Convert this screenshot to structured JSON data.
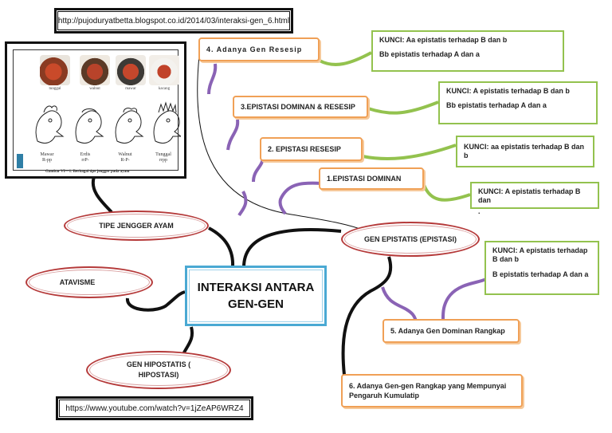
{
  "urls": {
    "top": "http://pujoduryatbetta.blogspot.co.id/2014/03/interaksi-gen_6.html",
    "bottom": "https://www.youtube.com/watch?v=1jZeAP6WRZ4"
  },
  "central": {
    "line1": "INTERAKSI ANTARA",
    "line2": "GEN-GEN"
  },
  "branches": {
    "tipe_jengger": "TIPE JENGGER AYAM",
    "atavisme": "ATAVISME",
    "gen_hipostatis": "GEN HIPOSTATIS ( HIPOSTASI)",
    "gen_epistatis": "GEN EPISTATIS (EPISTASI)"
  },
  "topics": [
    {
      "label": "4. Adanya Gen Resesip",
      "kunci": [
        "KUNCI: Aa epistatis terhadap B dan b",
        "Bb epistatis terhadap A dan a"
      ]
    },
    {
      "label": "3.EPISTASI DOMINAN & RESESIP",
      "kunci": [
        "KUNCI: A epistatis terhadap B dan b",
        "Bb epistatis terhadap A dan a"
      ]
    },
    {
      "label": "2. EPISTASI RESESIP",
      "kunci": [
        "KUNCI: aa epistatis terhadap B dan b"
      ]
    },
    {
      "label": "1.EPISTASI DOMINAN",
      "kunci": [
        "KUNCI: A epistatis terhadap B dan",
        "."
      ]
    },
    {
      "label": "5. Adanya Gen Dominan Rangkap",
      "kunci": [
        "KUNCI: A epistatis terhadap B dan b",
        "B epistatis terhadap A dan a"
      ]
    },
    {
      "label": "6. Adanya Gen-gen Rangkap yang Mempunyai Pengaruh Kumulatip",
      "kunci": []
    }
  ],
  "figure": {
    "photo_captions": [
      "tunggal",
      "walnut",
      "mawar",
      "kacang"
    ],
    "drawing_captions": [
      {
        "name": "Mawar",
        "geno": "R-pp"
      },
      {
        "name": "Erdis",
        "geno": "rrP-"
      },
      {
        "name": "Walnut",
        "geno": "R-P-"
      },
      {
        "name": "Tunggal",
        "geno": "rrpp"
      }
    ],
    "caption": "Gambar VI—1. Berbagai tipe jengger pada ayam"
  },
  "colors": {
    "orange_border": "#f0a056",
    "green_border": "#93c24e",
    "ellipse_border": "#b53a3a",
    "central_border": "#4aa9d3",
    "purple_connector": "#8a63b5",
    "green_connector": "#93c24e",
    "black_connector": "#111111"
  }
}
